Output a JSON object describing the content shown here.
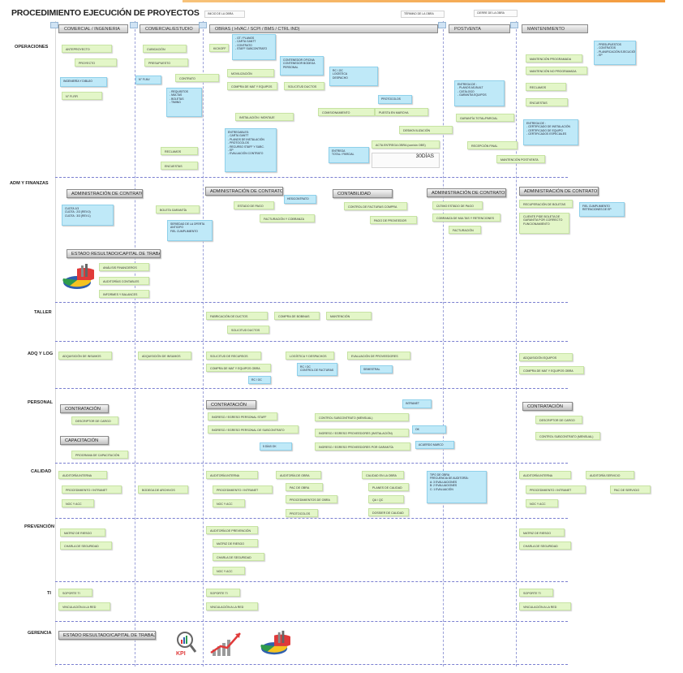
{
  "title": "PROCEDIMIENTO EJECUCIÓN DE PROYECTOS",
  "milestones": {
    "inicio": "INICIO DE LA OBRA",
    "termino": "TÉRMINO DE LA OBRA",
    "cierre": "CIERRE DE LA OBRA"
  },
  "phases": {
    "comercial_ingenieria": "COMERCIAL / INGENIERIA",
    "comercial_estudio": "COMERCIAL/ESTUDIO",
    "obras": "OBRAS ( HVAC / SCPI / BMS / CTRL IND)",
    "postventa": "POSTVENTA",
    "mantenimiento": "MANTENIMIENTO"
  },
  "rows": {
    "operaciones": "OPERACIONES",
    "adm": "ADM Y FINANZAS",
    "taller": "TALLER",
    "adq": "ADQ Y LOG",
    "personal": "PERSONAL",
    "calidad": "CALIDAD",
    "prevencion": "PREVENCIÓN",
    "ti": "TI",
    "gerencia": "GERENCIA"
  },
  "ops": {
    "anteproyecto": "ANTEPROYECTO",
    "proyecto": "PROYECTO",
    "ingenieria": "INGENIERÍA Y DIBUJO",
    "rfi": "N° FI-RFI",
    "cubicacion": "CUBICACIÓN",
    "presupuesto": "PRESUPUESTO",
    "nventa": "N° FI-NV",
    "contrato": "CONTRATO",
    "contrato_list": [
      "- REQUISITOS",
      "- MULTAS",
      "- BOLETAS",
      "- TIMING"
    ],
    "kickoff": "KICKOFF",
    "kickoff_list": [
      "- GT / PLANOS",
      "- CARTA GANTT",
      "- CONTRATO",
      "- STAFF SUBCONTRATO"
    ],
    "movilizacion": "MOVILIZACIÓN",
    "movilizacion_note": [
      "CONTENEDOR OFICINA",
      "CONTENEDOR BODEGA",
      "PERSONAL"
    ],
    "compra": "COMPRA DE MAT Y EQUIPOS",
    "solicitud": "SOLICITUD DUCTOS",
    "oc_list": [
      "RC / OC",
      "LOGÍSTICA",
      "DESPACHO"
    ],
    "instalacion": "INSTALACIÓN / MONTAJE",
    "entregables_title": "ENTREGABLES:",
    "entregables": [
      "- CARTA GANTT",
      "- PLANOS DE INSTALACIÓN",
      "- PROTOCOLOS",
      "- RECURSO STAFF Y SUBC.",
      "- EP",
      "- EVALUACIÓN CONTRATO"
    ],
    "comisionamiento": "COMISIONAMIENTO",
    "protocolos": "PROTOCOLOS",
    "puesta": "PUESTA EN MARCHA",
    "desmovilizacion": "DESMOVILIZACIÓN",
    "acta": "ACTA ENTREGA OBRA (con/sin OBS)",
    "entrega_total": [
      "ENTREGA",
      "TOTAL / PARCIAL"
    ],
    "dias": "30DÍAS",
    "reclamos": "RECLAMOS",
    "encuestas": "ENCUESTAS",
    "entrega_pv": [
      "ENTREGA DE :",
      "- PLANOS AS-BUILT",
      "- CATÁLOGO",
      "- GARANTÍA EQUIPOS"
    ],
    "garantia": "GARANTÍA TOTAL/PARCIAL",
    "entrega_cert": [
      "ENTREGA DE :",
      "- CERTIFICADO DE INSTALACIÓN",
      "- CERTIFICADO DE EQUIPO",
      "- CERTIFICADOS ESPECIALES"
    ],
    "recepcion": "RECEPCIÓN FINAL",
    "mant_ppto": [
      "- PRESUPUESTOS",
      "- CONTRATOS",
      "- PLANIFICACIÓN EJECUCIÓN",
      "- EP"
    ],
    "mant_prog": "MANTENCIÓN PROGRAMADA",
    "mant_noprog": "MANTENCIÓN NO PROGRAMADA",
    "reclamos_m": "RECLAMOS",
    "encuestas_m": "ENCUESTAS",
    "mant_postventa": "MANTENCIÓN POSTVENTA"
  },
  "adm": {
    "adm_contratos_1": "ADMINISTRACIÓN DE CONTRATOS",
    "cuotas": [
      "CUOTA 1/3",
      "CUOTA : 2/3 (REV.0)",
      "CUOTA : 3/3 (REV.1)"
    ],
    "boleta": "BOLETA GARANTÍA",
    "boleta_note": [
      "SERIEDAD DE LA OFERTA",
      "ANTICIPO",
      "FIEL CUMPLIMIENTO"
    ],
    "adm_contratos_2": "ADMINISTRACIÓN DE CONTRATOS",
    "estado_pago": "ESTADO DE PAGO",
    "hes": "HES/CONTRATO",
    "facturacion": "FACTURACIÓN Y COBRANZA",
    "contabilidad": "CONTABILIDAD",
    "control_fact": "CONTROL DE FACTURAS COMPRA",
    "pago_prov": "PAGO DE PROVEEDOR",
    "adm_contratos_3": "ADMINISTRACIÓN DE CONTRATOS",
    "ultimo_ep": "ÚLTIMO ESTADO DE PAGO",
    "cobranza": "COBRANZA DE MULTAS Y RETENCIONES",
    "facturacion_2": "FACTURACIÓN",
    "adm_contratos_4": "ADMINISTRACIÓN DE CONTRATOS",
    "recuperacion": "RECUPERACIÓN DE BOLETAS",
    "fiel_note": [
      "FIEL CUMPLIMIENTO",
      "RETENCIONES DE EP"
    ],
    "cliente_note": [
      "CLIENTE PIDE BOLETA DE",
      "GARANTÍA POR CORRECTO",
      "FUNCIONAMIENTO"
    ],
    "estado_resultado": "ESTADO RESULTADO/CAPITAL DE TRABAJO",
    "analisis": "ANÁLISIS FINANCIEROS",
    "auditorias": "AUDITORÍAS CONTABLES",
    "informes": "INFORMES Y BALANCES"
  },
  "taller": {
    "fabricacion": "FABRICACIÓN DE DUCTOS",
    "compra_bobinas": "COMPRA DE BOBINAS",
    "mantencion": "MANTENCIÓN",
    "solicitud": "SOLICITUD DUCTOS"
  },
  "adq": {
    "adq_insumos_1": "ADQUISICIÓN DE INSUMOS",
    "adq_insumos_2": "ADQUISICIÓN DE INSUMOS",
    "solicitud_rc": "SOLICITUD DE RECURSOS",
    "compra_obra": "COMPRA DE MAT Y EQUIPOS OBRA",
    "rc_oc": "RC / OC",
    "logistica": "LOGÍSTICA Y DESPACHOS",
    "rc_oc_2": "RC / OC",
    "control_fact": "CONTROL DE FACTURAS",
    "evaluacion": "EVALUACIÓN DE PROVEEDORES",
    "semestral": "SEMESTRAL",
    "adq_equipos": "ADQUISICIÓN EQUIPOS",
    "compra_equipo": "COMPRA DE MAT Y EQUIPOS OBRA"
  },
  "personal": {
    "contratacion_1": "CONTRATACIÓN",
    "descriptor_1": "DESCRIPTOR DE CARGO",
    "capacitacion": "CAPACITACIÓN",
    "programa": "PROGRAMA DE CAPACITACIÓN",
    "contratacion_2": "CONTRATACIÓN",
    "ingreso_staff": "INGRESO / EGRESO PERSONAL STAFF",
    "ingreso_subc": "INGRESO / EGRESO PERSONAL DE SUBCONTRATO",
    "sdias": "5 DÍAS OK",
    "intranet": "INTRANET",
    "control_subc": "CONTROL SUBCONTRATO (MENSUAL)",
    "ingreso_prov": "INGRESO / EGRESO PROVEEDORES (INSTALACIÓN)",
    "ok": "OK",
    "ingreso_gar": "INGRESO / EGRESO PROVEEDORES POR GARANTÍA",
    "acuerdo": "ACUERDO MARCO",
    "contratacion_3": "CONTRATACIÓN",
    "descriptor_3": "DESCRIPTOR DE CARGO",
    "control_subc_3": "CONTROL SUBCONTRATO (MENSUAL)"
  },
  "calidad": {
    "aud_intern_1": "AUDITORÍA INTERNA",
    "proc_intranet_1": "PROCEDIMIENTO / INTRANET",
    "noc_1": "NOC Y ACC",
    "bodega": "BODEGA DE ARCHIVOS",
    "aud_intern_2": "AUDITORÍA INTERNA",
    "proc_intranet_2": "PROCEDIMIENTO / INTRANET",
    "noc_2": "NOC Y ACC",
    "aud_obra": "AUDITORÍA DE OBRA",
    "pac": "PAC DE OBRA",
    "proc_obra": "PROCEDIMIENTOS DE OBRA",
    "protocolos": "PROTOCOLOS",
    "calidad_obra": "CALIDAD EN LA OBRA",
    "planes": "PLANES DE CALIDAD",
    "qa": "QA / QC",
    "dossier": "DOSSIER DE CALIDAD",
    "tipo_obra": [
      "TIPO DE OBRA",
      "FRECUENCIA DE AUDITORÍA:",
      "A: 3 EVALUACIONES",
      "B: 2 EVALUACIONES",
      "C: 1 EVALUACIÓN"
    ],
    "aud_intern_3": "AUDITORÍA INTERNA",
    "aud_servicio": "AUDITORÍA SERVICIO",
    "proc_intranet_3": "PROCEDIMIENTO / INTRANET",
    "pac_servicio": "PAC DE SERVICIO",
    "noc_3": "NOC Y ACC"
  },
  "prevencion": {
    "matriz_1": "MATRIZ DE RIESGO",
    "charla_1": "CHARLA DE SEGURIDAD",
    "auditoria": "AUDITORÍA DE PREVENCIÓN",
    "matriz_2": "MATRIZ DE RIESGO",
    "charla_2": "CHARLA DE SEGURIDAD",
    "noc": "NOC Y ACC",
    "matriz_3": "MATRIZ DE RIESGO",
    "charla_3": "CHARLA DE SEGURIDAD"
  },
  "ti": {
    "soporte_1": "SOPORTE TI",
    "vinculacion_1": "VINCULACIÓN A LA RED",
    "soporte_2": "SOPORTE TI",
    "vinculacion_2": "VINCULACIÓN A LA RED",
    "soporte_3": "SOPORTE TI",
    "vinculacion_3": "VINCULACIÓN A LA RED"
  },
  "gerencia": {
    "estado": "ESTADO RESULTADO/CAPITAL DE TRABAJO",
    "kpi": "KPI"
  }
}
